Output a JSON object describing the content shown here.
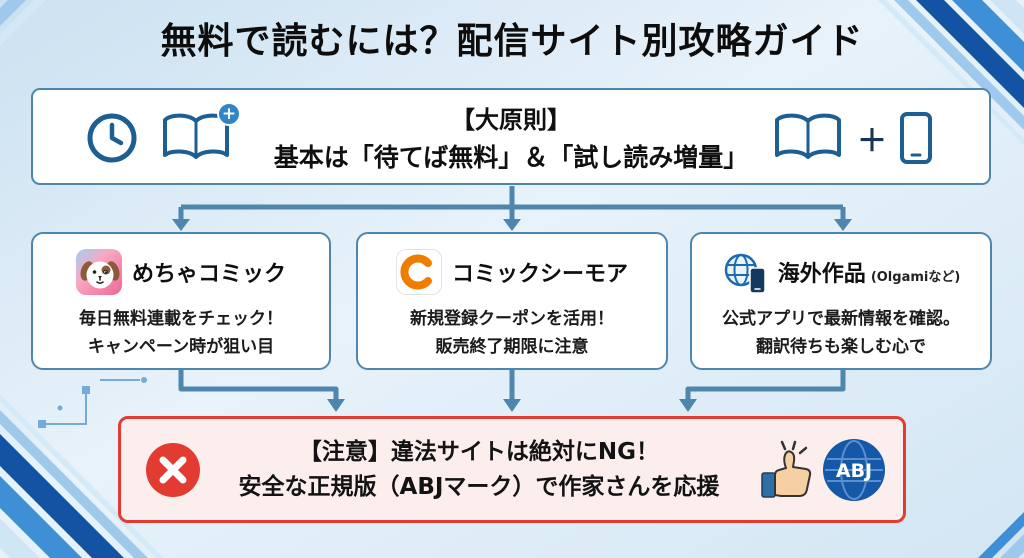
{
  "title": "無料で読むには？配信サイト別攻略ガイド",
  "principle": {
    "heading": "【大原則】",
    "body": "基本は「待てば無料」＆「試し読み増量」",
    "badge_plus": "+",
    "plus": "＋",
    "icons_left": [
      "clock-icon",
      "open-book-plus-icon"
    ],
    "icons_right": [
      "open-book-icon",
      "smartphone-icon"
    ]
  },
  "sites": [
    {
      "icon": "mechacomic-dog-app-icon",
      "name": "めちゃコミック",
      "line1": "毎日無料連載をチェック！",
      "line2": "キャンペーン時が狙い目"
    },
    {
      "icon": "cmoa-c-app-icon",
      "icon_letter": "",
      "name": "コミックシーモア",
      "line1": "新規登録クーポンを活用！",
      "line2": "販売終了期限に注意"
    },
    {
      "icon": "globe-phone-icon",
      "name": "海外作品",
      "name_note": "(Olgamiなど)",
      "line1": "公式アプリで最新情報を確認。",
      "line2": "翻訳待ちも楽しむ心で"
    }
  ],
  "warning": {
    "icon_left": "red-x-circle-icon",
    "line1": "【注意】違法サイトは絶対にNG！",
    "line2": "安全な正規版（ABJマーク）で作家さんを応援",
    "icons_right": [
      "thumbs-up-icon",
      "abj-mark-icon"
    ],
    "abj_label": "ABJ"
  },
  "colors": {
    "background": "#d9e8f4",
    "box_border": "#4e86ad",
    "arrow": "#4e86ad",
    "icon_blue": "#1d5e93",
    "warning_red": "#e23b32",
    "warning_bg": "#fdeeee",
    "cmoa_orange": "#f07c00",
    "abj_blue": "#1458a7",
    "deco_navy": "#1254a3",
    "deco_blue": "#3e8fd6",
    "deco_light": "#9ec9ec"
  }
}
